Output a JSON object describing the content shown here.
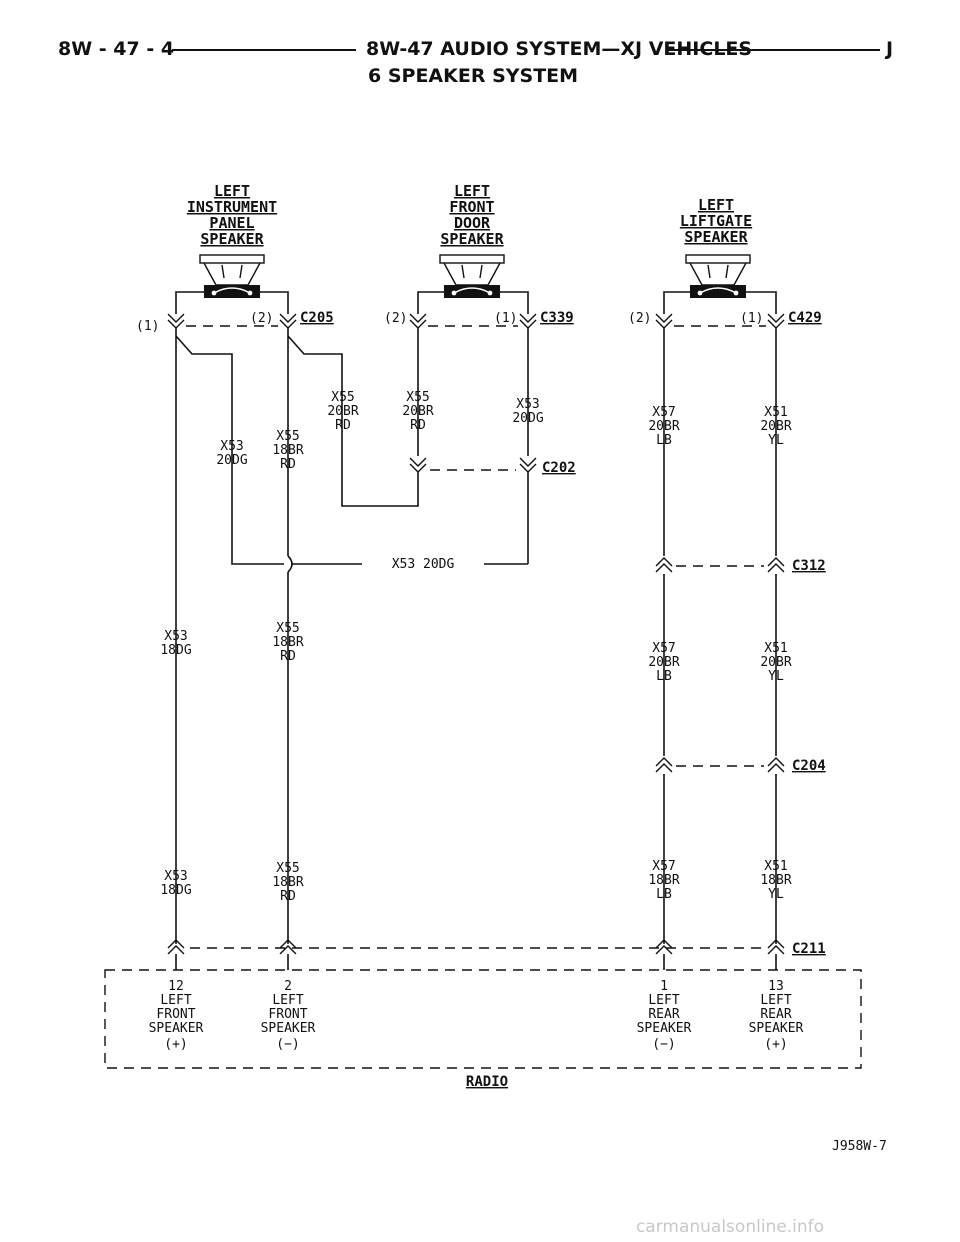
{
  "header": {
    "page": "8W - 47 - 4",
    "title": "8W-47 AUDIO SYSTEM—XJ VEHICLES",
    "code": "J",
    "subtitle": "6 SPEAKER SYSTEM"
  },
  "speakers": {
    "left_ip": {
      "lines": [
        "LEFT",
        "INSTRUMENT",
        "PANEL",
        "SPEAKER"
      ]
    },
    "left_door": {
      "lines": [
        "LEFT",
        "FRONT",
        "DOOR",
        "SPEAKER"
      ]
    },
    "left_liftgate": {
      "lines": [
        "LEFT",
        "LIFTGATE",
        "SPEAKER"
      ]
    }
  },
  "connectors": {
    "c205": "C205",
    "c339": "C339",
    "c429": "C429",
    "c202": "C202",
    "c312": "C312",
    "c204": "C204",
    "c211": "C211"
  },
  "pins": {
    "c205_1": "(1)",
    "c205_2": "(2)",
    "c339_2": "(2)",
    "c339_1": "(1)",
    "c429_2": "(2)",
    "c429_1": "(1)"
  },
  "wire_labels": {
    "a": [
      "X55",
      "20BR",
      "RD"
    ],
    "b": [
      "X55",
      "20BR",
      "RD"
    ],
    "c": [
      "X53",
      "20DG"
    ],
    "d": [
      "X53",
      "20DG"
    ],
    "e": [
      "X55",
      "18BR",
      "RD"
    ],
    "f": "X53 20DG",
    "g": [
      "X53",
      "18DG"
    ],
    "h": [
      "X55",
      "18BR",
      "RD"
    ],
    "i": [
      "X53",
      "18DG"
    ],
    "j": [
      "X55",
      "18BR",
      "RD"
    ],
    "k": [
      "X57",
      "20BR",
      "LB"
    ],
    "l": [
      "X51",
      "20BR",
      "YL"
    ],
    "m": [
      "X57",
      "20BR",
      "LB"
    ],
    "n": [
      "X51",
      "20BR",
      "YL"
    ],
    "o": [
      "X57",
      "18BR",
      "LB"
    ],
    "p": [
      "X51",
      "18BR",
      "YL"
    ]
  },
  "radio": {
    "name": "RADIO",
    "pins": [
      {
        "lines": [
          "12",
          "LEFT",
          "FRONT",
          "SPEAKER",
          "(+)"
        ]
      },
      {
        "lines": [
          "2",
          "LEFT",
          "FRONT",
          "SPEAKER",
          "(−)"
        ]
      },
      {
        "lines": [
          "1",
          "LEFT",
          "REAR",
          "SPEAKER",
          "(−)"
        ]
      },
      {
        "lines": [
          "13",
          "LEFT",
          "REAR",
          "SPEAKER",
          "(+)"
        ]
      }
    ]
  },
  "figure_code": "J958W-7",
  "watermark": "carmanualsonline.info"
}
